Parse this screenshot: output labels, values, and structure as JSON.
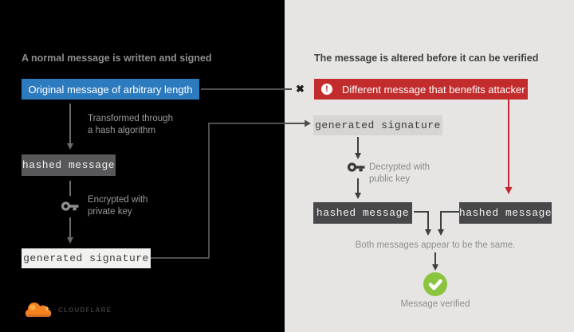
{
  "colors": {
    "left_bg": "#000000",
    "right_bg": "#e6e5e3",
    "blue_accent": "#2d7bbf",
    "red_accent": "#c22c2c",
    "red_line": "#c0282d",
    "green_accent": "#8bc53f",
    "dark_box": "#58585a",
    "orange_brand": "#f6821f"
  },
  "left": {
    "title": "A normal message is written and signed",
    "original_message_label": "Original message of arbitrary length",
    "hash_note": [
      "Transformed through",
      "a hash algorithm"
    ],
    "hashed_message_label": "hashed message",
    "encrypt_note": [
      "Encrypted with",
      "private key"
    ],
    "generated_signature_label": "generated signature",
    "brand": "CLOUDFLARE"
  },
  "right": {
    "title": "The message is altered before it can be verified",
    "x_glyph": "✖",
    "alert_glyph": "!",
    "attacker_message_label": "Different message that benefits attacker",
    "generated_signature_label": "generated signature",
    "decrypt_note": [
      "Decrypted with",
      "public key"
    ],
    "hashed_message_left_label": "hashed message",
    "hashed_message_right_label": "hashed message",
    "compare_note": "Both messages appear to be the same.",
    "verified_label": "Message verified"
  }
}
